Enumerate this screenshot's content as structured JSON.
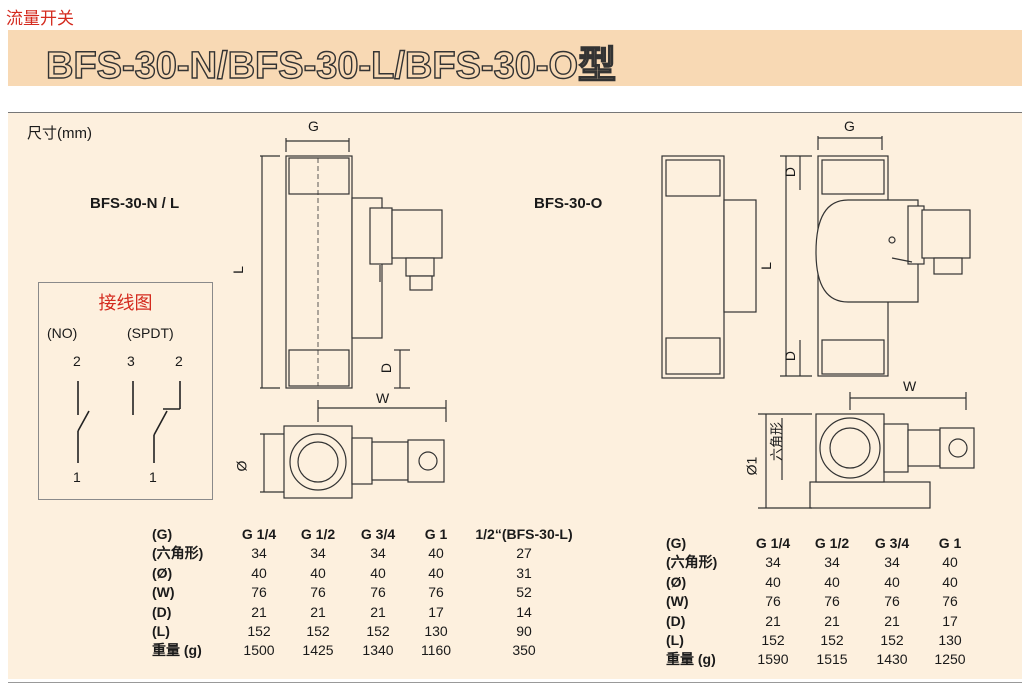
{
  "category": "流量开关",
  "title": "BFS-30-N/BFS-30-L/BFS-30-O型",
  "dimensions_label": "尺寸(mm)",
  "models": {
    "left": "BFS-30-N / L",
    "right": "BFS-30-O"
  },
  "drawing_labels": {
    "g": "G",
    "l": "L",
    "d": "D",
    "w": "W",
    "phi": "Ø",
    "phi1": "Ø1",
    "hex": "六角形"
  },
  "wiring": {
    "title": "接线图",
    "no": "(NO)",
    "spdt": "(SPDT)",
    "t2a": "2",
    "t3": "3",
    "t2b": "2",
    "t1a": "1",
    "t1b": "1"
  },
  "table_left": {
    "header": [
      "(G)",
      "G 1/4",
      "G 1/2",
      "G 3/4",
      "G 1",
      "1/2“(BFS-30-L)"
    ],
    "rows": [
      [
        "(六角形)",
        "34",
        "34",
        "34",
        "40",
        "27"
      ],
      [
        "(Ø)",
        "40",
        "40",
        "40",
        "40",
        "31"
      ],
      [
        "(W)",
        "76",
        "76",
        "76",
        "76",
        "52"
      ],
      [
        "(D)",
        "21",
        "21",
        "21",
        "17",
        "14"
      ],
      [
        "(L)",
        "152",
        "152",
        "152",
        "130",
        "90"
      ],
      [
        "重量 (g)",
        "1500",
        "1425",
        "1340",
        "1160",
        "350"
      ]
    ]
  },
  "table_right": {
    "header": [
      "(G)",
      "G 1/4",
      "G 1/2",
      "G 3/4",
      "G 1"
    ],
    "rows": [
      [
        "(六角形)",
        "34",
        "34",
        "34",
        "40"
      ],
      [
        "(Ø)",
        "40",
        "40",
        "40",
        "40"
      ],
      [
        "(W)",
        "76",
        "76",
        "76",
        "76"
      ],
      [
        "(D)",
        "21",
        "21",
        "21",
        "17"
      ],
      [
        "(L)",
        "152",
        "152",
        "152",
        "130"
      ],
      [
        "重量 (g)",
        "1590",
        "1515",
        "1430",
        "1250"
      ]
    ]
  }
}
